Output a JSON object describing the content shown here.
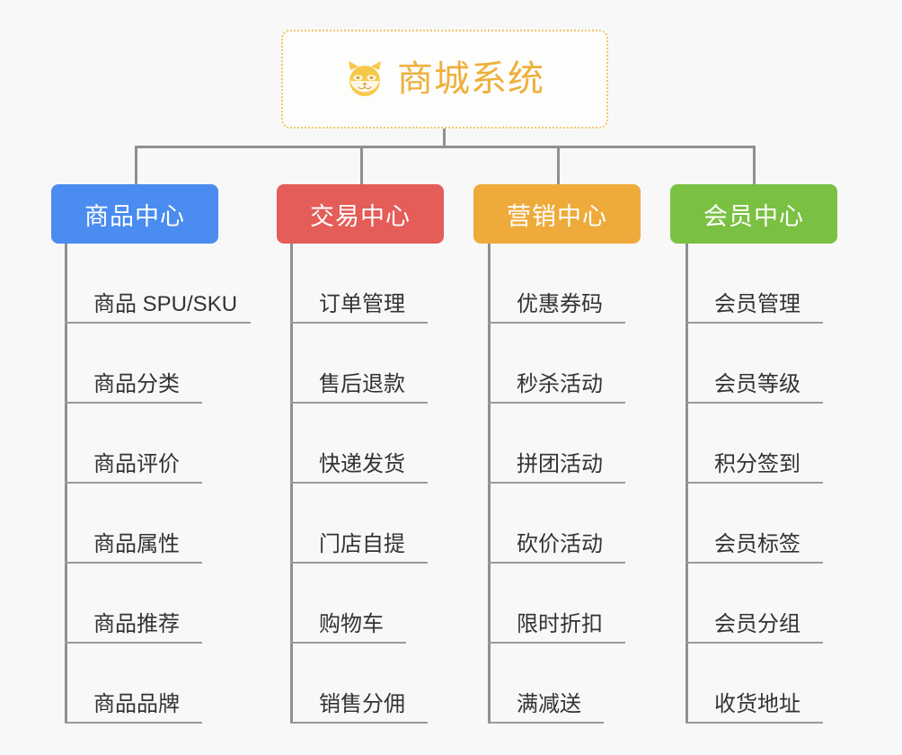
{
  "diagram": {
    "type": "org-chart",
    "background_color": "#f8f8f8",
    "connector_color": "#909090",
    "root": {
      "title": "商城系统",
      "icon": "shiba-dog-face-icon",
      "text_color": "#eeb03c",
      "border_color": "#f2c66a",
      "fill_color": "#fdfdfc"
    },
    "columns": [
      {
        "title": "商品中心",
        "color": "#4a8cf0",
        "items": [
          "商品 SPU/SKU",
          "商品分类",
          "商品评价",
          "商品属性",
          "商品推荐",
          "商品品牌"
        ]
      },
      {
        "title": "交易中心",
        "color": "#e45d58",
        "items": [
          "订单管理",
          "售后退款",
          "快递发货",
          "门店自提",
          "购物车",
          "销售分佣"
        ]
      },
      {
        "title": "营销中心",
        "color": "#eeab3c",
        "items": [
          "优惠券码",
          "秒杀活动",
          "拼团活动",
          "砍价活动",
          "限时折扣",
          "满减送"
        ]
      },
      {
        "title": "会员中心",
        "color": "#7ac143",
        "items": [
          "会员管理",
          "会员等级",
          "积分签到",
          "会员标签",
          "会员分组",
          "收货地址"
        ]
      }
    ]
  }
}
